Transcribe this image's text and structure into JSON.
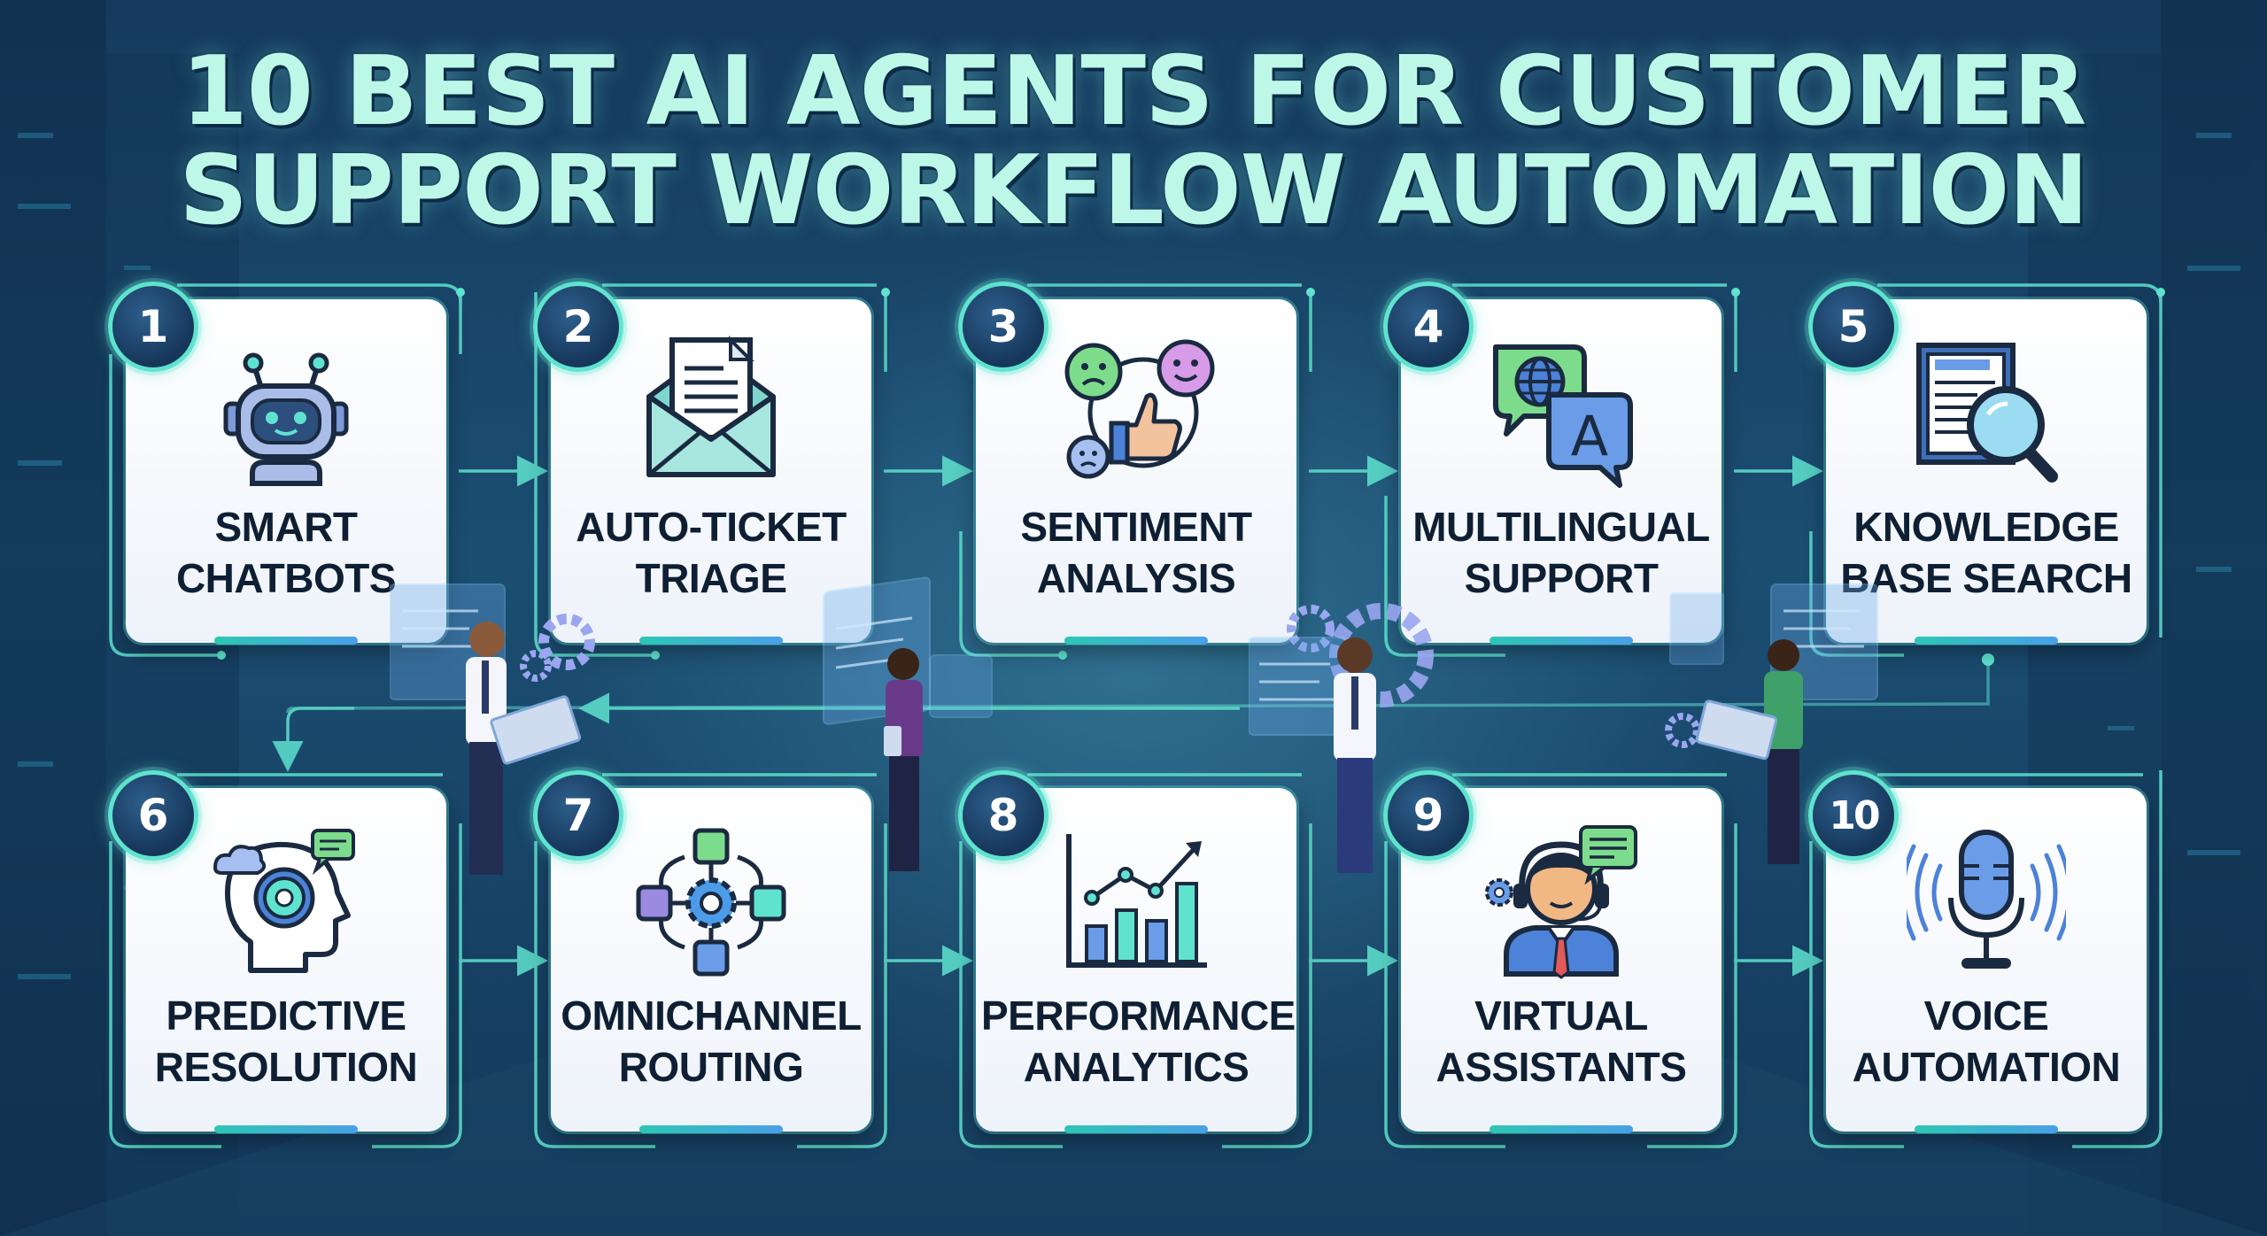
{
  "title": {
    "line1": "10 BEST AI AGENTS FOR CUSTOMER",
    "line2": "SUPPORT WORKFLOW AUTOMATION"
  },
  "colors": {
    "title": "#bdf7e8",
    "connector": "#5fe3cf",
    "badge_ring": "#5fe3cf",
    "card_label": "#0f1f33"
  },
  "agents": [
    {
      "number": "1",
      "line1": "SMART",
      "line2": "CHATBOTS",
      "icon": "robot-icon"
    },
    {
      "number": "2",
      "line1": "AUTO-TICKET",
      "line2": "TRIAGE",
      "icon": "envelope-icon"
    },
    {
      "number": "3",
      "line1": "SENTIMENT",
      "line2": "ANALYSIS",
      "icon": "emotion-faces-icon"
    },
    {
      "number": "4",
      "line1": "MULTILINGUAL",
      "line2": "SUPPORT",
      "icon": "translation-bubbles-icon"
    },
    {
      "number": "5",
      "line1": "KNOWLEDGE",
      "line2": "BASE SEARCH",
      "icon": "document-search-icon"
    },
    {
      "number": "6",
      "line1": "PREDICTIVE",
      "line2": "RESOLUTION",
      "icon": "head-gear-icon"
    },
    {
      "number": "7",
      "line1": "OMNICHANNEL",
      "line2": "ROUTING",
      "icon": "routing-hub-icon"
    },
    {
      "number": "8",
      "line1": "PERFORMANCE",
      "line2": "ANALYTICS",
      "icon": "bar-chart-icon"
    },
    {
      "number": "9",
      "line1": "VIRTUAL",
      "line2": "ASSISTANTS",
      "icon": "headset-agent-icon"
    },
    {
      "number": "10",
      "line1": "VOICE",
      "line2": "AUTOMATION",
      "icon": "microphone-icon"
    }
  ]
}
